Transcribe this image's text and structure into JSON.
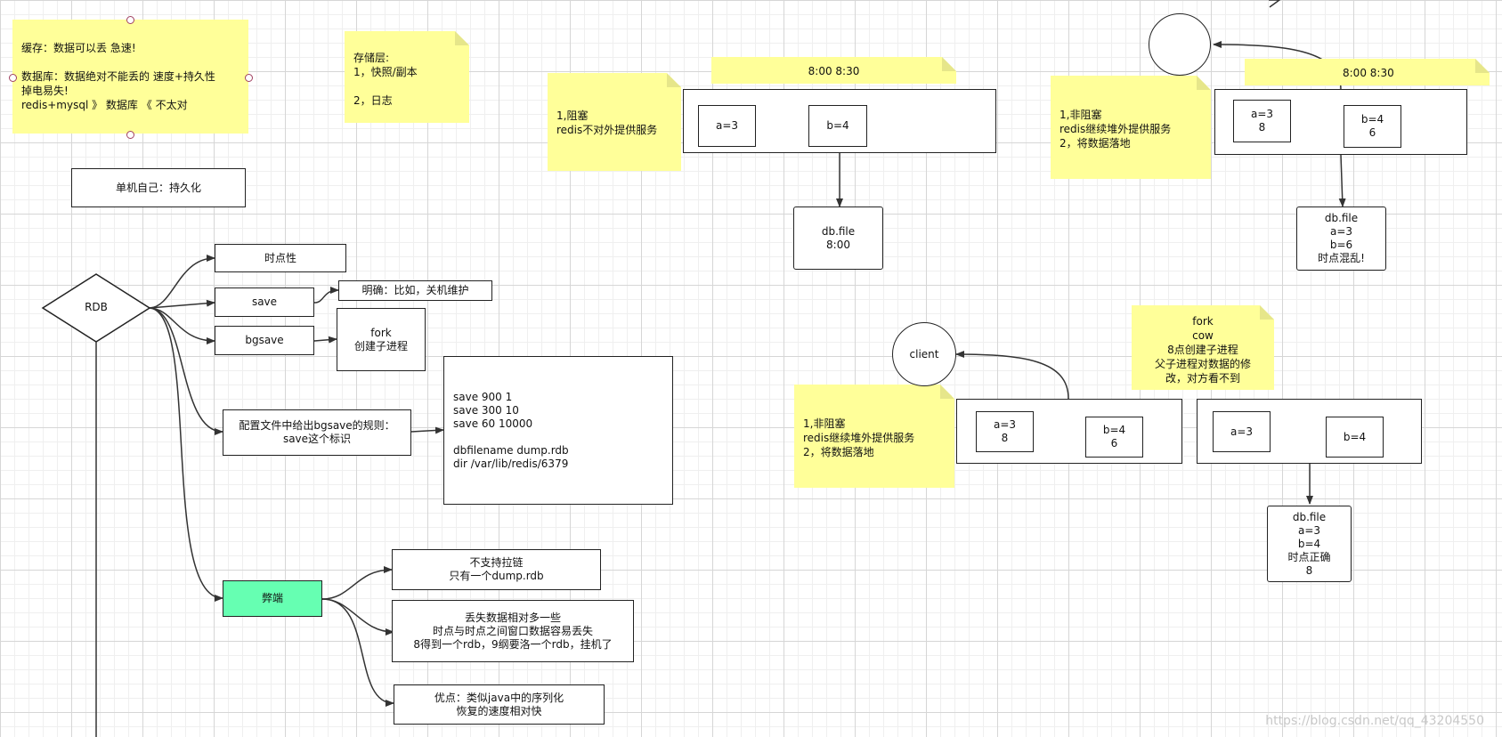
{
  "notes": {
    "cache": "缓存：数据可以丢  急速!\n\n数据库：数据绝对不能丢的  速度+持久性\n掉电易失!\nredis+mysql  》  数据库  《 不太对",
    "storage": "存储层:\n1，快照/副本\n\n2，日志",
    "time_top": "8:00  8:30",
    "block": "1,阻塞\nredis不对外提供服务",
    "nonblock_top": "1,非阻塞\nredis继续堆外提供服务\n2，将数据落地",
    "time_right": "8:00  8:30",
    "fork": "fork\ncow\n8点创建子进程\n父子进程对数据的修\n改，对方看不到",
    "nonblock_bottom": "1,非阻塞\nredis继续堆外提供服务\n2，将数据落地"
  },
  "boxes": {
    "standalone": "单机自己：持久化",
    "rdb": "RDB",
    "point_in_time": "时点性",
    "save": "save",
    "save_note": "明确：比如，关机维护",
    "bgsave": "bgsave",
    "fork_child": "fork\n创建子进程",
    "config_rule": "配置文件中给出bgsave的规则：\nsave这个标识",
    "config_block": "save 900 1\nsave 300 10\nsave 60 10000\n\ndbfilename dump.rdb\ndir /var/lib/redis/6379",
    "drawbacks": "弊端",
    "no_chain": "不支持拉链\n只有一个dump.rdb",
    "data_loss": "丢失数据相对多一些\n时点与时点之间窗口数据容易丢失\n8得到一个rdb，9纲要洛一个rdb，挂机了",
    "advantage": "优点：类似java中的序列化\n恢复的速度相对快",
    "mem1_a": "a=3",
    "mem1_b": "b=4",
    "dbfile1": "db.file\n8:00",
    "mem2_a": "a=3\n8",
    "mem2_b": "b=4\n6",
    "dbfile2": "db.file\na=3\nb=6\n时点混乱!",
    "client": "client",
    "mem3_a": "a=3\n8",
    "mem3_b": "b=4\n6",
    "mem4_a": "a=3",
    "mem4_b": "b=4",
    "dbfile4": "db.file\na=3\nb=4\n时点正确\n8"
  },
  "watermark": "https://blog.csdn.net/qq_43204550"
}
